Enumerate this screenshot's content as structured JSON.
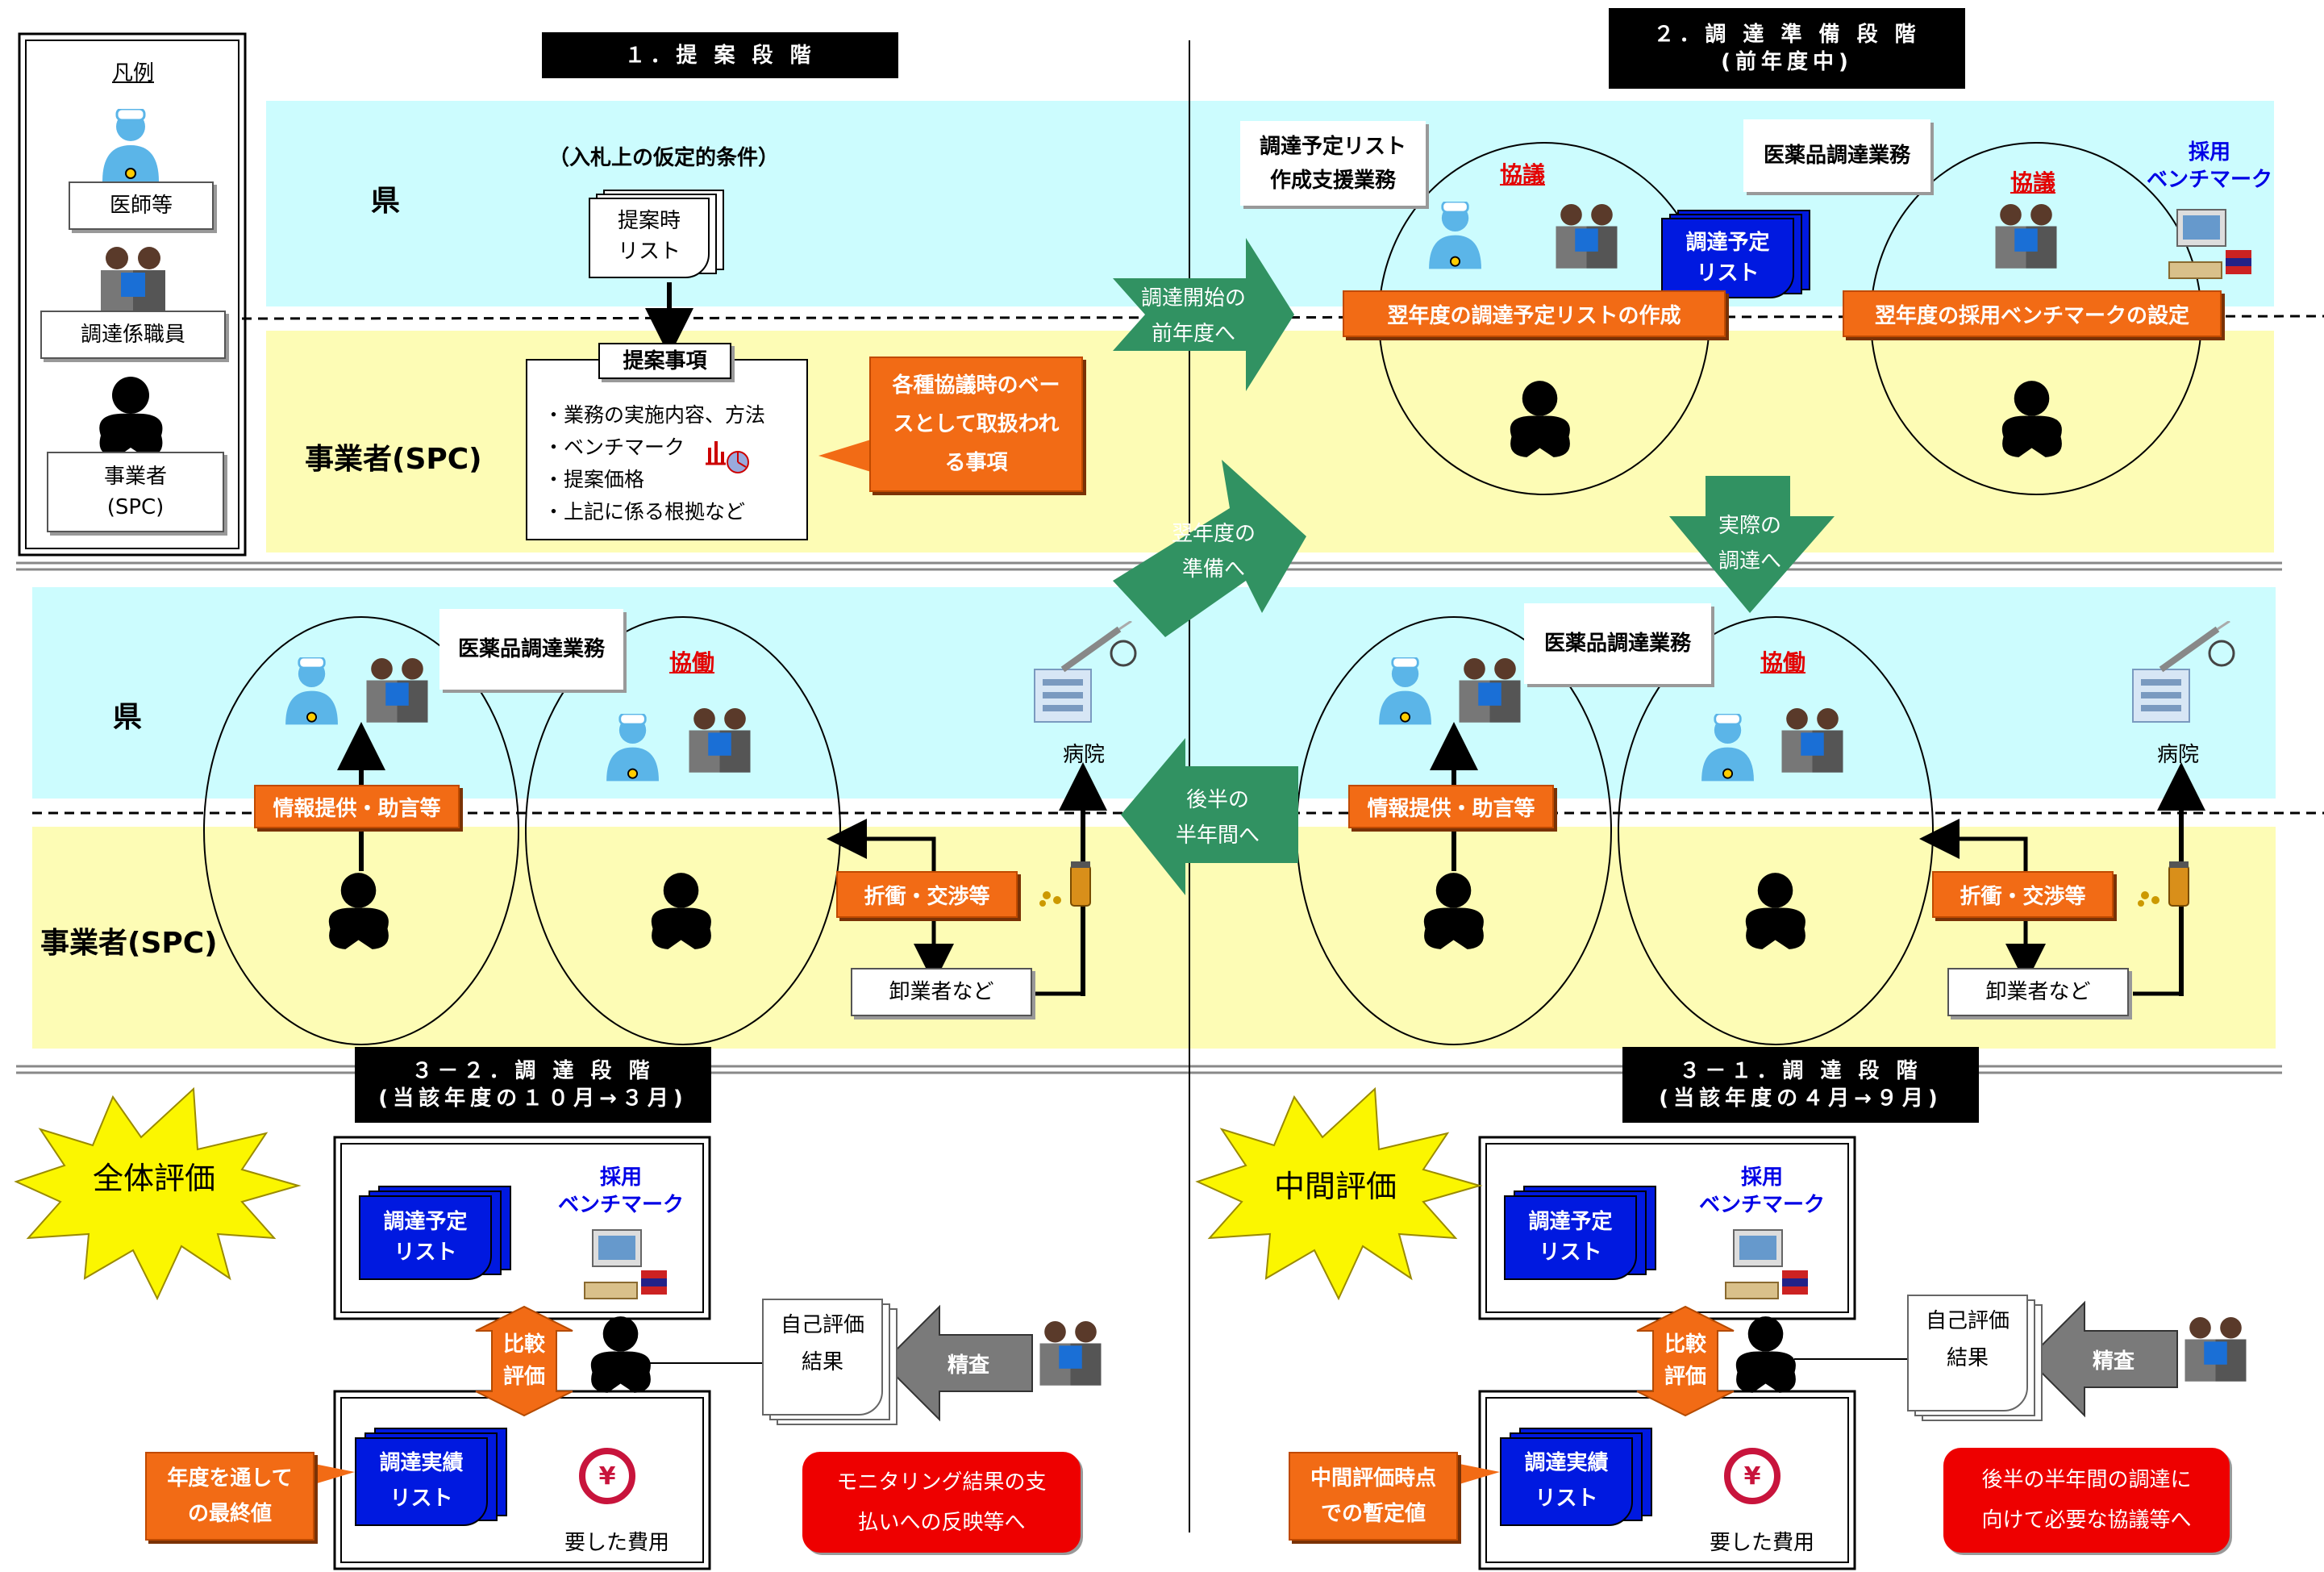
{
  "legend": {
    "title": "凡例",
    "doctor": "医師等",
    "staff": "調達係職員",
    "operator_line1": "事業者",
    "operator_line2": "(SPC)"
  },
  "phases": {
    "p1": "１．提 案 段 階",
    "p2_line1": "２．調 達 準 備 段 階",
    "p2_line2": "(前年度中)",
    "p32_line1": "３－２．調 達 段 階",
    "p32_line2": "(当該年度の１０月→３月)",
    "p31_line1": "３－１．調 達 段 階",
    "p31_line2": "(当該年度の４月→９月)"
  },
  "zones": {
    "pref": "県",
    "operator": "事業者(SPC)"
  },
  "stage1": {
    "conditions": "（入札上の仮定的条件）",
    "list_line1": "提案時",
    "list_line2": "リスト",
    "items_title": "提案事項",
    "items": [
      "・業務の実施内容、方法",
      "・ベンチマーク",
      "・提案価格",
      "・上記に係る根拠など"
    ],
    "callout": [
      "各種協議時のベー",
      "スとして取扱われ",
      "る事項"
    ]
  },
  "stage2": {
    "task1_line1": "調達予定リスト",
    "task1_line2": "作成支援業務",
    "task2": "医薬品調達業務",
    "consult": "協議",
    "plan_list_line1": "調達予定",
    "plan_list_line2": "リスト",
    "adopt_line1": "採用",
    "adopt_line2": "ベンチマーク",
    "bar1": "翌年度の調達予定リストの作成",
    "bar2": "翌年度の採用ベンチマークの設定"
  },
  "arrows": {
    "a1_line1": "調達開始の",
    "a1_line2": "前年度へ",
    "a2_line1": "翌年度の",
    "a2_line2": "準備へ",
    "a3_line1": "実際の",
    "a3_line2": "調達へ",
    "a4_line1": "後半の",
    "a4_line2": "半年間へ"
  },
  "middle": {
    "task": "医薬品調達業務",
    "cooperate": "協働",
    "hospital": "病院",
    "info": "情報提供・助言等",
    "nego": "折衝・交渉等",
    "wholesale": "卸業者など"
  },
  "bottom": {
    "overall": "全体評価",
    "interim": "中間評価",
    "plan_line1": "調達予定",
    "plan_line2": "リスト",
    "adopt_line1": "採用",
    "adopt_line2": "ベンチマーク",
    "compare_line1": "比較",
    "compare_line2": "評価",
    "actual_line1": "調達実績",
    "actual_line2": "リスト",
    "cost": "要した費用",
    "self_line1": "自己評価",
    "self_line2": "結果",
    "review": "精査",
    "left_final_line1": "年度を通して",
    "left_final_line2": "の最終値",
    "right_interim_line1": "中間評価時点",
    "right_interim_line2": "での暫定値",
    "left_red": [
      "モニタリング結果の支",
      "払いへの反映等へ"
    ],
    "right_red": [
      "後半の半年間の調達に",
      "向けて必要な協議等へ"
    ],
    "yen": "¥"
  }
}
